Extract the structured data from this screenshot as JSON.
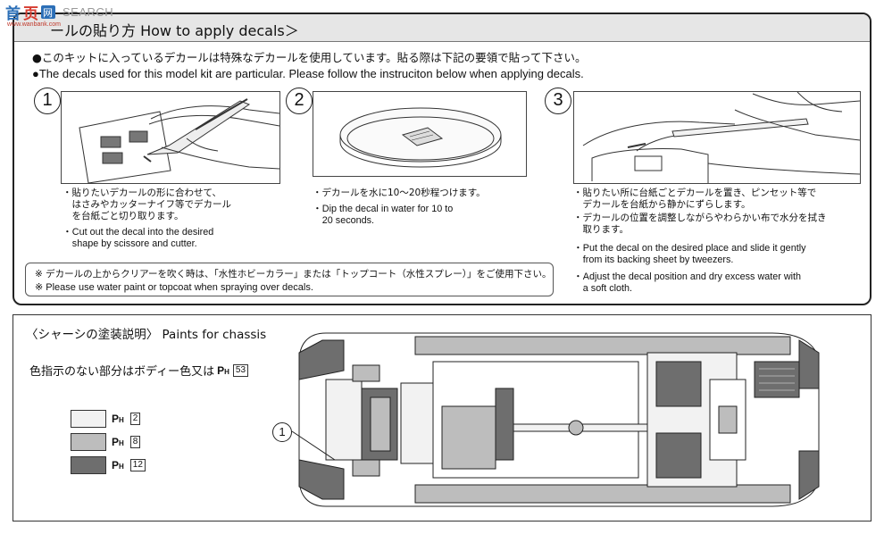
{
  "watermark": {
    "logo_text": "首页",
    "brand": "SEARCH",
    "url": "www.wanbank.com"
  },
  "decals": {
    "title": "ールの貼り方 How to apply decals＞",
    "intro_ja": "●このキットに入っているデカールは特殊なデカールを使用しています。貼る際は下記の要領で貼って下さい。",
    "intro_en": "●The decals used for this model kit are particular. Please follow the instruciton below when applying decals.",
    "steps": [
      {
        "number": "1",
        "text_ja": "・貼りたいデカールの形に合わせて、\n　はさみやカッターナイフ等でデカール\n　を台紙ごと切り取ります。",
        "text_en": "・Cut out the decal into the desired\n　shape by scissore and cutter."
      },
      {
        "number": "2",
        "text_ja": "・デカールを水に10〜20秒程つけます。",
        "text_en": "・Dip the decal in water for 10 to\n　20 seconds."
      },
      {
        "number": "3",
        "text_ja_1": "・貼りたい所に台紙ごとデカールを置き、ピンセット等で\n　デカールを台紙から静かにずらします。",
        "text_ja_2": "・デカールの位置を調整しながらやわらかい布で水分を拭き\n　取ります。",
        "text_en_1": "・Put the decal on the desired place and slide it gently\n　from its backing sheet by tweezers.",
        "text_en_2": "・Adjust the decal position and dry excess water with\n　a soft cloth."
      }
    ],
    "note_ja": "※ デカールの上からクリアーを吹く時は、「水性ホビーカラー」または「トップコート（水性スプレー）」をご使用下さい。",
    "note_en": "※ Please use water paint or topcoat when spraying over decals."
  },
  "chassis": {
    "title": "〈シャーシの塗装説明〉 Paints for chassis",
    "color_note_text": "色指示のない部分はボディー色又は",
    "color_note_code": "53",
    "ph_label": "P",
    "ph_sub": "H",
    "legend": [
      {
        "code": "2",
        "color": "#f2f2f2"
      },
      {
        "code": "8",
        "color": "#bdbdbd"
      },
      {
        "code": "12",
        "color": "#6e6e6e"
      }
    ],
    "callout": "1"
  }
}
